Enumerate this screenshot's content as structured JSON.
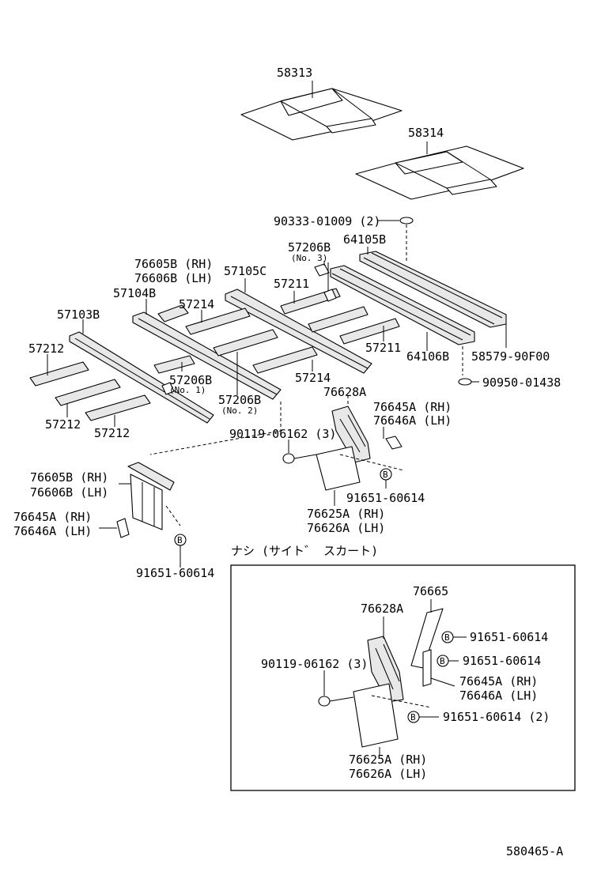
{
  "labels": {
    "p58313": "58313",
    "p58314": "58314",
    "p90333": "90333-01009 (2)",
    "p57206b_3": "57206B",
    "no3": "(No. 3)",
    "p64105b": "64105B",
    "p76605b_rh_top": "76605B (RH)",
    "p76606b_lh_top": "76606B (LH)",
    "p57105c": "57105C",
    "p57211_a": "57211",
    "p57104b": "57104B",
    "p57214_a": "57214",
    "p57103b": "57103B",
    "p57211_b": "57211",
    "p64106b": "64106B",
    "p58579": "58579-90F00",
    "p90950": "90950-01438",
    "p57212_a": "57212",
    "p57206b_1": "57206B",
    "no1": "(No. 1)",
    "p57214_b": "57214",
    "p57206b_2": "57206B",
    "no2": "(No. 2)",
    "p76628a_top": "76628A",
    "p76645a_rh_top": "76645A (RH)",
    "p76646a_lh_top": "76646A (LH)",
    "p57212_b": "57212",
    "p57212_c": "57212",
    "p90119_top": "90119-06162 (3)",
    "p76605b_rh_left": "76605B (RH)",
    "p76606b_lh_left": "76606B (LH)",
    "p91651_mid": "91651-60614",
    "p76645a_rh_left": "76645A (RH)",
    "p76646a_lh_left": "76646A (LH)",
    "p76625a_rh_top": "76625A (RH)",
    "p76626a_lh_top": "76626A (LH)",
    "p91651_left": "91651-60614",
    "box_title": "ナシ (サイト゛ スカート)",
    "p76665": "76665",
    "p76628a_box": "76628A",
    "p91651_box1": "91651-60614",
    "p91651_box2": "91651-60614",
    "p90119_box": "90119-06162 (3)",
    "p76645a_rh_box": "76645A (RH)",
    "p76646a_lh_box": "76646A (LH)",
    "p91651_box3": "91651-60614 (2)",
    "p76625a_rh_box": "76625A (RH)",
    "p76626a_lh_box": "76626A (LH)",
    "diagram_code": "580465-A",
    "bolt_marker": "B"
  }
}
